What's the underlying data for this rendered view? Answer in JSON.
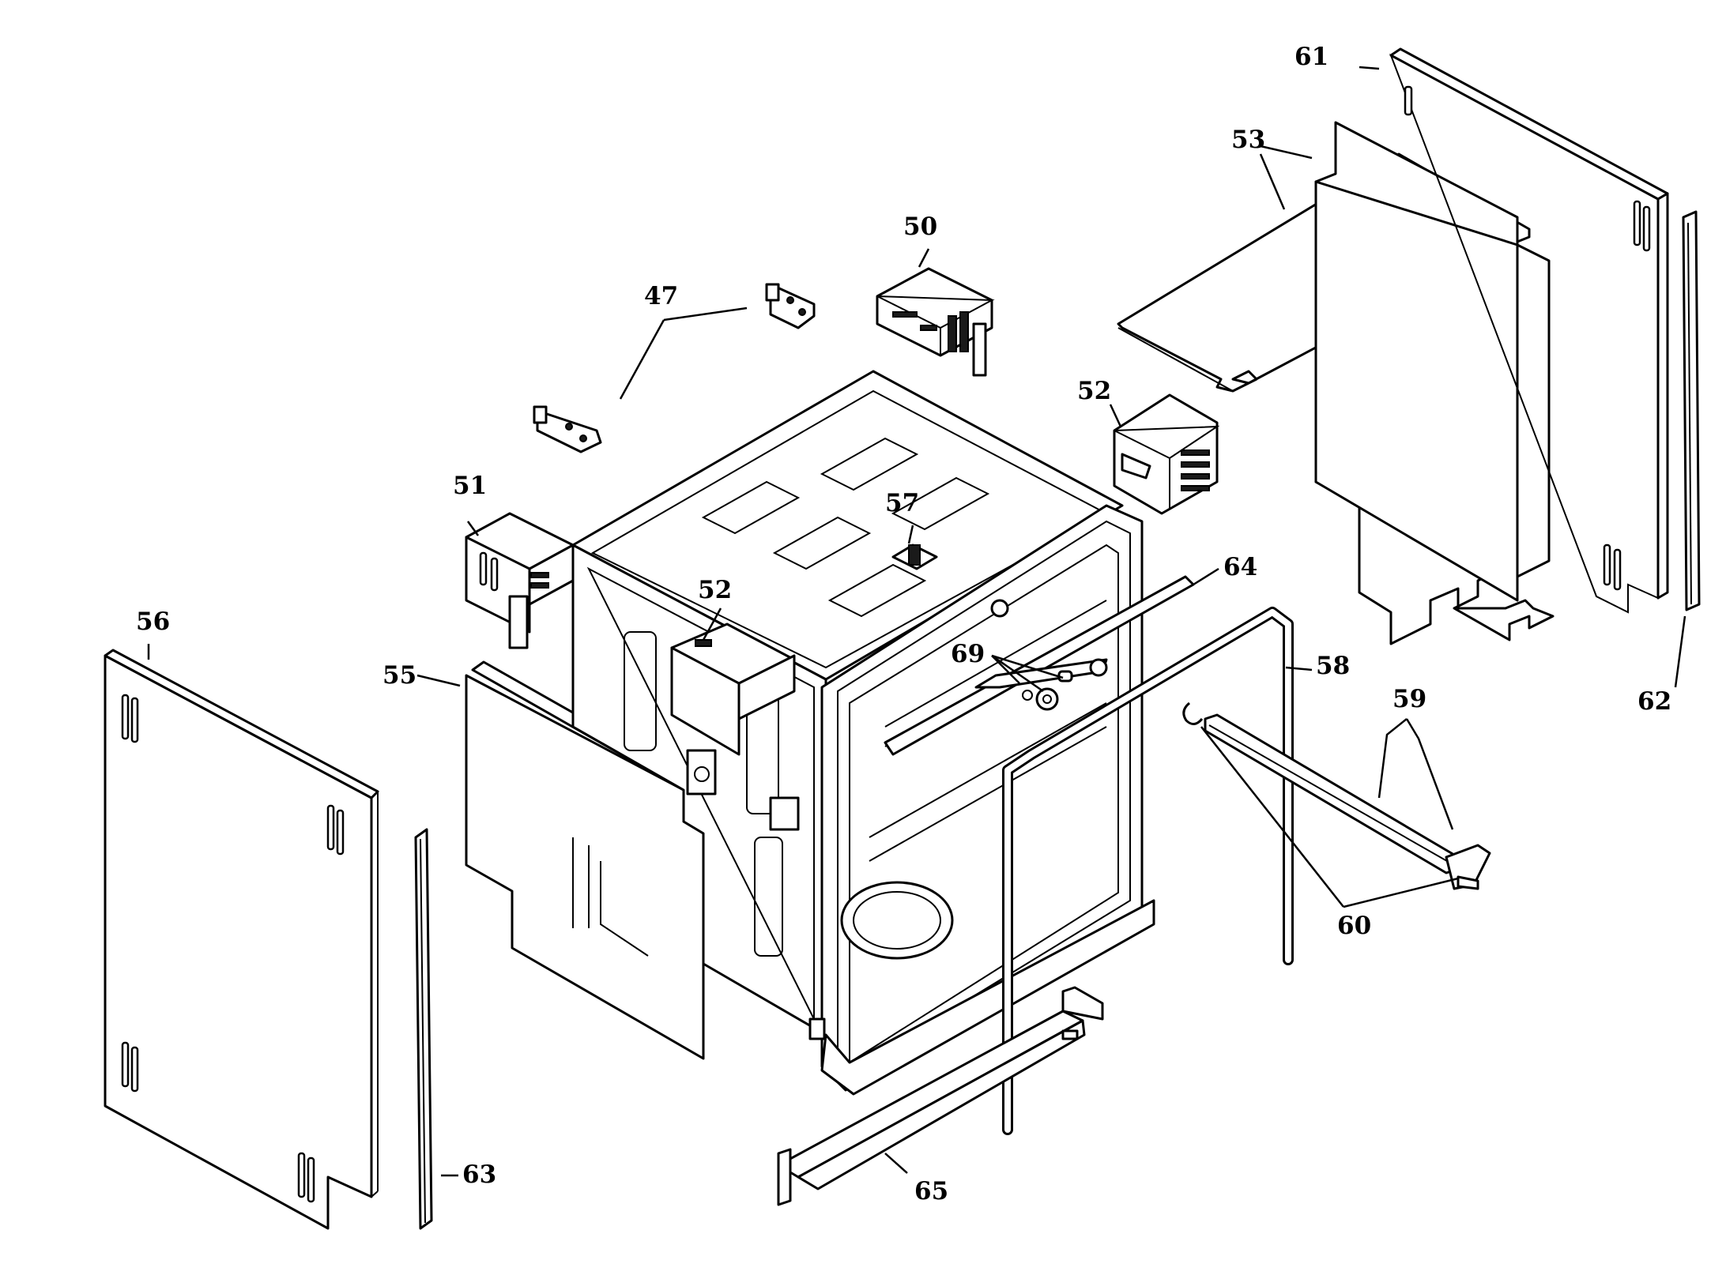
{
  "diagram": {
    "type": "exploded-parts-diagram",
    "colors": {
      "line": "#000000",
      "background": "#ffffff"
    },
    "callouts": [
      {
        "id": "47",
        "text": "47"
      },
      {
        "id": "50",
        "text": "50"
      },
      {
        "id": "51",
        "text": "51"
      },
      {
        "id": "52a",
        "text": "52"
      },
      {
        "id": "52b",
        "text": "52"
      },
      {
        "id": "53",
        "text": "53"
      },
      {
        "id": "55",
        "text": "55"
      },
      {
        "id": "56",
        "text": "56"
      },
      {
        "id": "57",
        "text": "57"
      },
      {
        "id": "58",
        "text": "58"
      },
      {
        "id": "59",
        "text": "59"
      },
      {
        "id": "60",
        "text": "60"
      },
      {
        "id": "61",
        "text": "61"
      },
      {
        "id": "62",
        "text": "62"
      },
      {
        "id": "63",
        "text": "63"
      },
      {
        "id": "64",
        "text": "64"
      },
      {
        "id": "65",
        "text": "65"
      },
      {
        "id": "69",
        "text": "69"
      }
    ]
  }
}
